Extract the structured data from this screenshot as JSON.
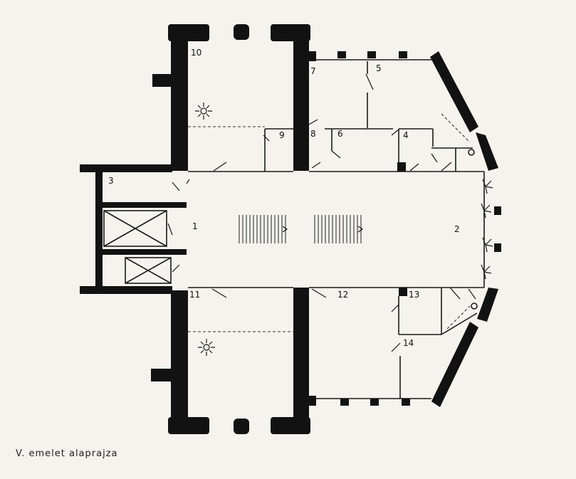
{
  "caption": "V. emelet alaprajza",
  "room_labels": {
    "r1": "1",
    "r2": "2",
    "r3": "3",
    "r4": "4",
    "r5": "5",
    "r6": "6",
    "r7": "7",
    "r8": "8",
    "r9": "9",
    "r10": "10",
    "r11": "11",
    "r12": "12",
    "r13": "13",
    "r14": "14"
  }
}
